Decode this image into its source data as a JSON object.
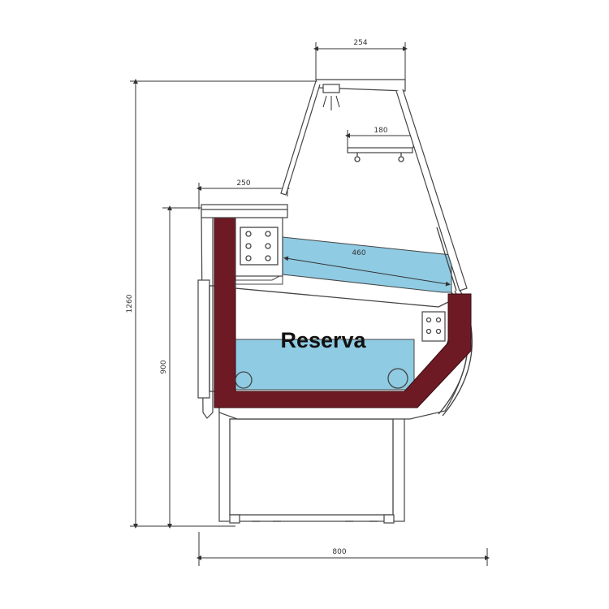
{
  "dimensions": {
    "top_width": "254",
    "shelf_width": "180",
    "back_width": "250",
    "tray_depth": "460",
    "total_height": "1260",
    "counter_height": "900",
    "total_depth": "800"
  },
  "labels": {
    "storage": "Reserva"
  },
  "colors": {
    "frame": "#6e1a24",
    "tray": "#8fcbe3",
    "outline": "#444444",
    "dimension_line": "#333333"
  }
}
